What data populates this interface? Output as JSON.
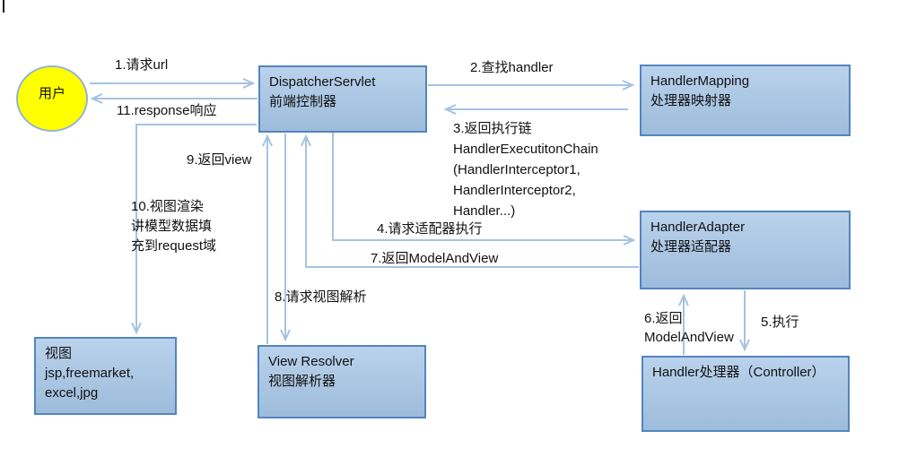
{
  "nodes": {
    "user": {
      "lines": [
        "用户"
      ]
    },
    "dispatcher_servlet": {
      "lines": [
        "DispatcherServlet",
        "前端控制器"
      ]
    },
    "handler_mapping": {
      "lines": [
        "HandlerMapping",
        "处理器映射器"
      ]
    },
    "handler_adapter": {
      "lines": [
        "HandlerAdapter",
        "处理器适配器"
      ]
    },
    "handler_controller": {
      "lines": [
        "Handler处理器（Controller）"
      ]
    },
    "view_resolver": {
      "lines": [
        "View Resolver",
        "视图解析器"
      ]
    },
    "view": {
      "lines": [
        "视图",
        "jsp,freemarket,",
        "excel,jpg"
      ]
    }
  },
  "labels": {
    "step1": "1.请求url",
    "step2": "2.查找handler",
    "step3": [
      "3.返回执行链",
      "HandlerExecutitonChain",
      "(HandlerInterceptor1,",
      "HandlerInterceptor2,",
      "Handler...)"
    ],
    "step4": "4.请求适配器执行",
    "step5": "5.执行",
    "step6": [
      "6.返回",
      "ModelAndView"
    ],
    "step7": "7.返回ModelAndView",
    "step8": "8.请求视图解析",
    "step9": "9.返回view",
    "step10": [
      "10.视图渲染",
      "讲模型数据填",
      "充到request域"
    ],
    "step11": "11.response响应"
  },
  "colors": {
    "node_fill_top": "#bad2ec",
    "node_fill_bottom": "#9dbcdb",
    "node_border": "#5385bd",
    "arrow": "#a5c3e1",
    "user_fill": "#ffff00",
    "user_border": "#95b3d7",
    "text": "#111111"
  }
}
